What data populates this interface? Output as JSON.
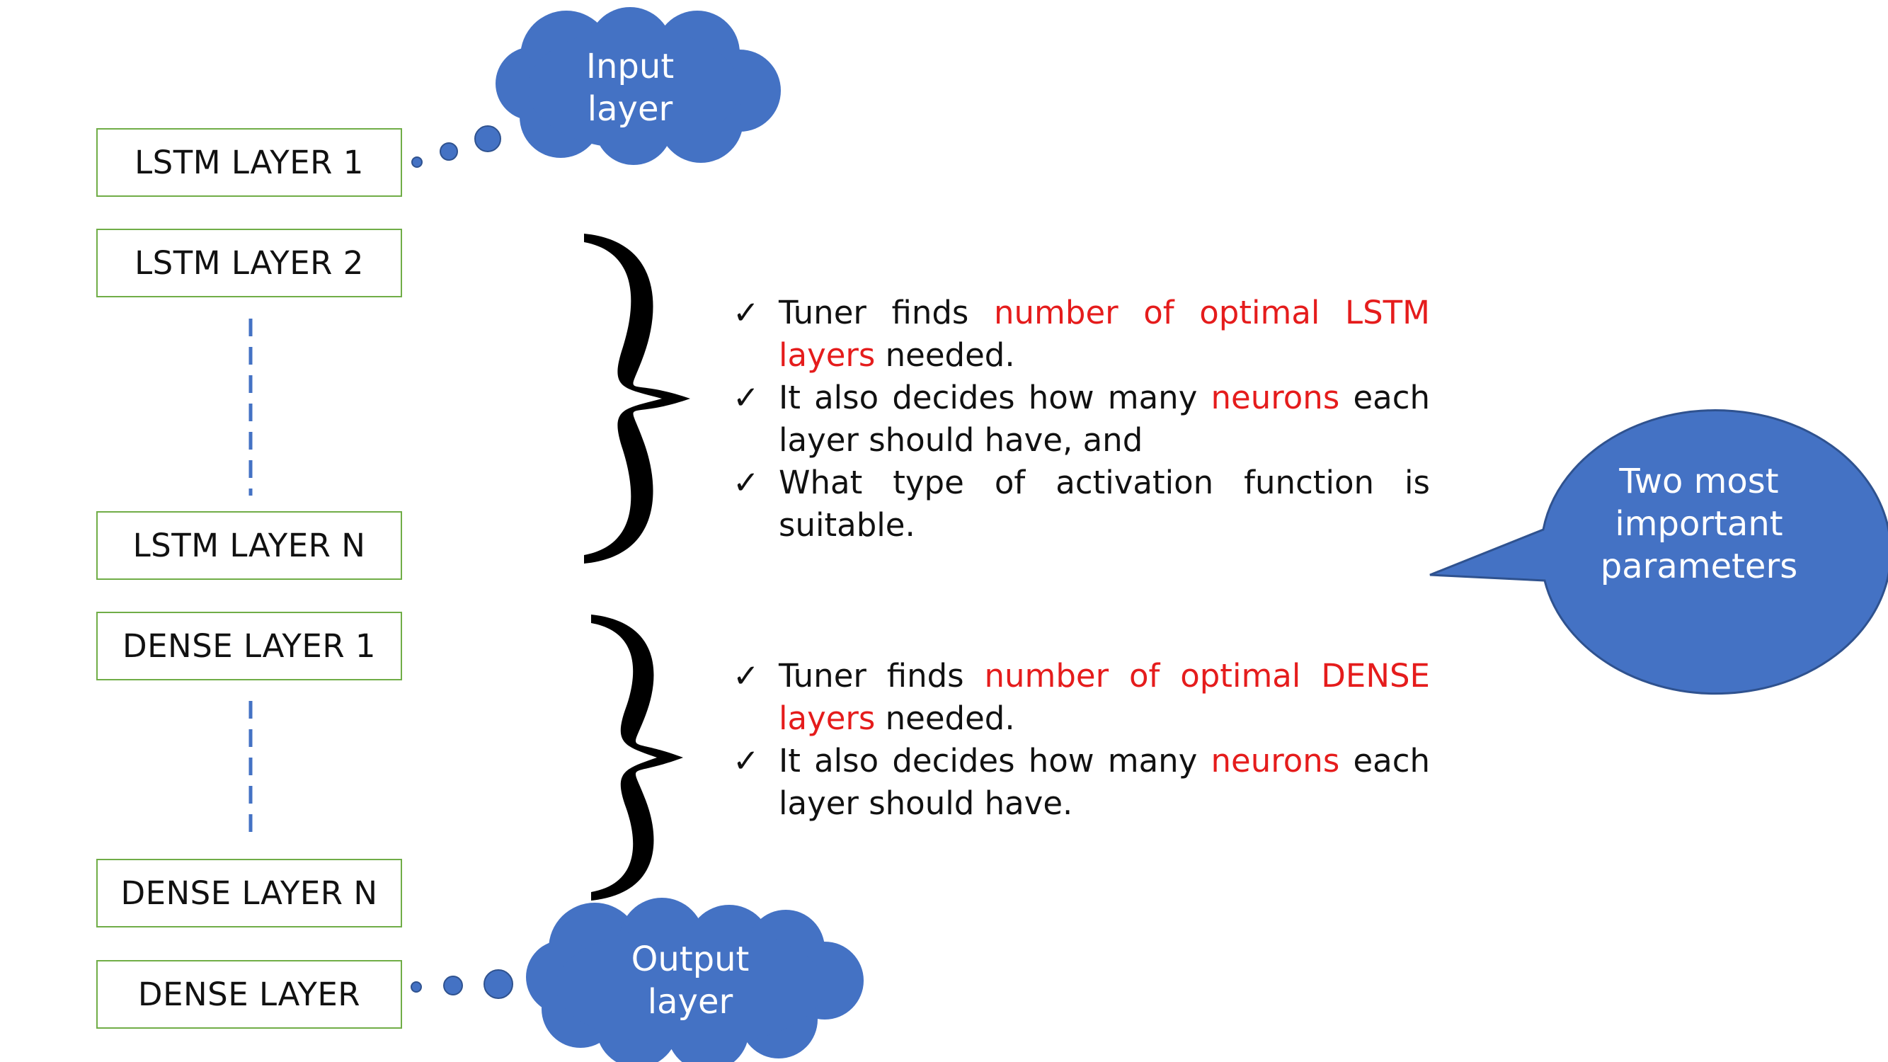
{
  "layers": [
    "LSTM LAYER 1",
    "LSTM LAYER 2",
    "LSTM LAYER N",
    "DENSE LAYER 1",
    "DENSE LAYER N",
    "DENSE LAYER"
  ],
  "clouds": {
    "input": {
      "line1": "Input",
      "line2": "layer"
    },
    "output": {
      "line1": "Output",
      "line2": "layer"
    }
  },
  "lstm_group": {
    "bullet1": {
      "pre": "Tuner finds ",
      "highlight": "number of optimal LSTM layers",
      "post": " needed."
    },
    "bullet2": {
      "pre": "It also decides how many ",
      "highlight": "neurons",
      "post": " each layer should have, and"
    },
    "bullet3": {
      "text": "What type of activation function is suitable."
    }
  },
  "dense_group": {
    "bullet1": {
      "pre": "Tuner finds ",
      "highlight": "number of optimal DENSE layers",
      "post": " needed."
    },
    "bullet2": {
      "pre": "It also decides how many ",
      "highlight": "neurons",
      "post": " each layer should have."
    }
  },
  "callout": {
    "line1": "Two most",
    "line2": "important",
    "line3": "parameters"
  },
  "check_glyph": "✓",
  "colors": {
    "box_border": "#70ad47",
    "shape_fill": "#4472c4",
    "shape_stroke": "#2f528f",
    "highlight": "#e51c1c",
    "text": "#111111"
  }
}
